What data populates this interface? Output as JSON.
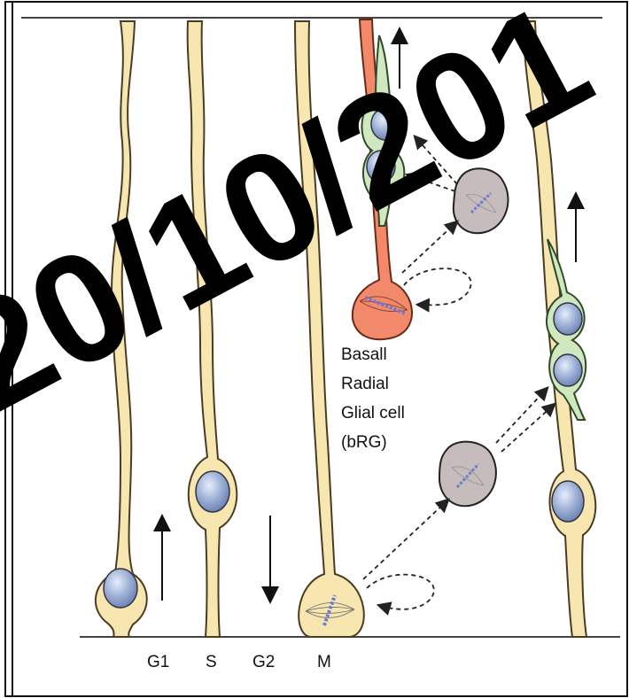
{
  "phase_labels": [
    "G1",
    "S",
    "G2",
    "M"
  ],
  "cell_label": {
    "line1": "Basall",
    "line2": "Radial",
    "line3": "Glial cell",
    "line4": "(bRG)"
  },
  "watermark": "20/10/201",
  "colors": {
    "radial_glia_fill": "#f8e6b0",
    "radial_glia_stroke": "#4a3c22",
    "bRG_fill": "#f2896a",
    "bRG_stroke": "#6b2a18",
    "neuron_fill": "#cfe8c0",
    "nucleus_fill": "#9fb2d6",
    "dividing_cell_fill": "#c7bcbc",
    "spindle": "#6a78d4",
    "ink": "#222222"
  }
}
